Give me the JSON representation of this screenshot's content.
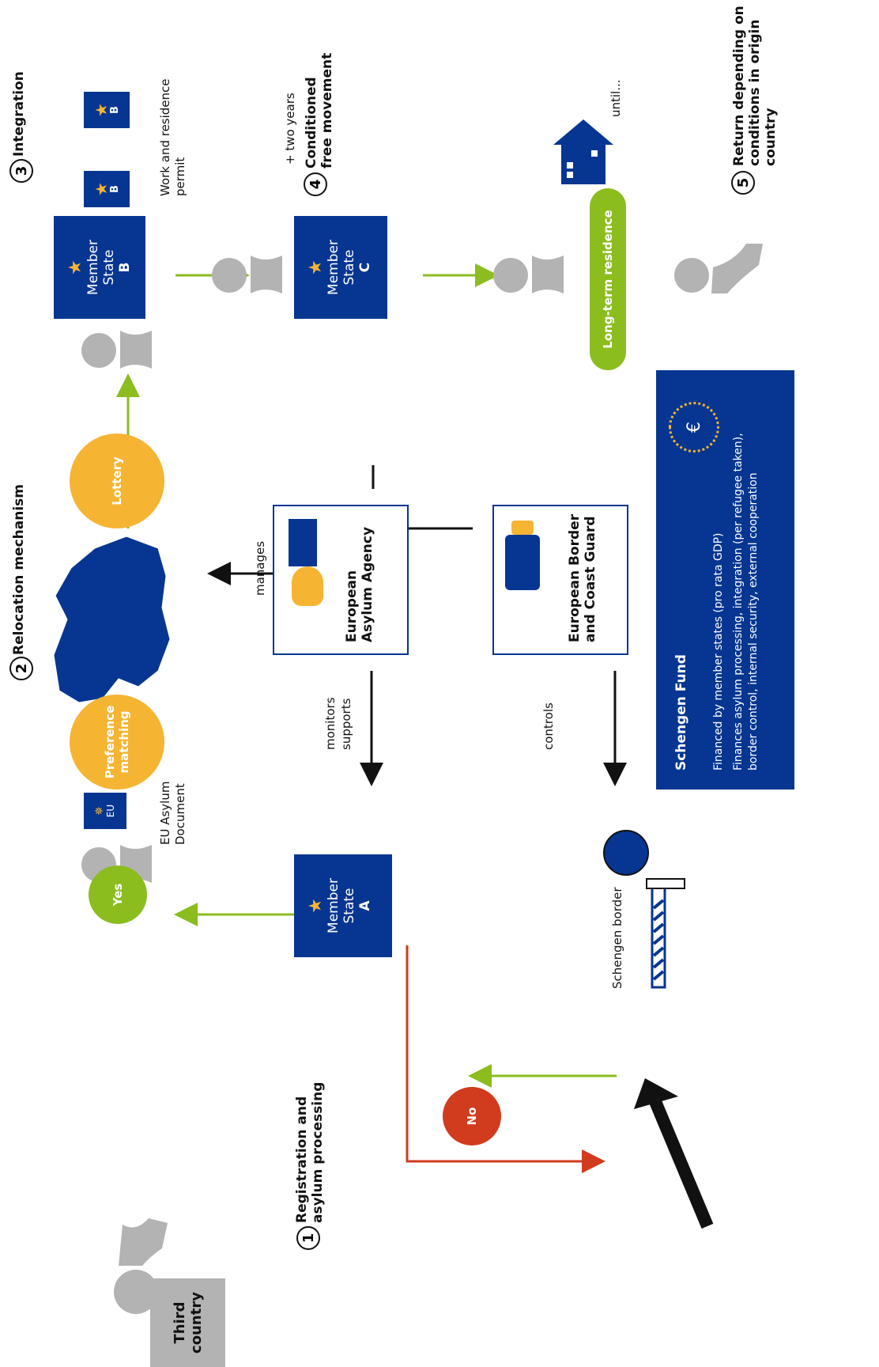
{
  "colors": {
    "eu_blue": "#063691",
    "green": "#8bbd1f",
    "orange": "#f6b433",
    "red": "#d13b1e",
    "grey": "#b3b3b3"
  },
  "steps": {
    "s1": {
      "num": "1",
      "label1": "Registration and",
      "label2": "asylum processing"
    },
    "s2": {
      "num": "2",
      "label": "Relocation mechanism"
    },
    "s3": {
      "num": "3",
      "label": "Integration"
    },
    "s4": {
      "num": "4",
      "label1": "Conditioned",
      "label2": "free movement",
      "pre": "+ two years"
    },
    "s5": {
      "num": "5",
      "label1": "Return depending on",
      "label2": "conditions in origin",
      "label3": "country"
    }
  },
  "third_country": {
    "line1": "Third",
    "line2": "country"
  },
  "no_label": "No",
  "yes_label": "Yes",
  "schengen_border": "Schengen border",
  "member_states": {
    "a": {
      "line1": "Member",
      "line2": "State",
      "code": "A"
    },
    "b": {
      "line1": "Member",
      "line2": "State",
      "code": "B"
    },
    "c": {
      "line1": "Member",
      "line2": "State",
      "code": "C"
    }
  },
  "eu_asylum_doc": {
    "badge": "EU",
    "line1": "EU Asylum",
    "line2": "Document"
  },
  "preference": {
    "line1": "Preference",
    "line2": "matching"
  },
  "lottery": "Lottery",
  "permit": {
    "code1": "B",
    "code2": "B",
    "line1": "Work and residence",
    "line2": "permit"
  },
  "long_term": "Long-term residence",
  "until": "until...",
  "asylum_agency": {
    "line1": "European",
    "line2": "Asylum Agency",
    "manages": "manages",
    "monitors": "monitors",
    "supports": "supports"
  },
  "coast_guard": {
    "line1": "European Border",
    "line2": "and Coast Guard",
    "controls": "controls"
  },
  "fund": {
    "title": "Schengen Fund",
    "line1": "Financed by member states (pro rata GDP)",
    "line2": "Finances asylum processing, integration (per refugee taken),",
    "line3": "border control, internal security, external cooperation",
    "euro": "€"
  }
}
